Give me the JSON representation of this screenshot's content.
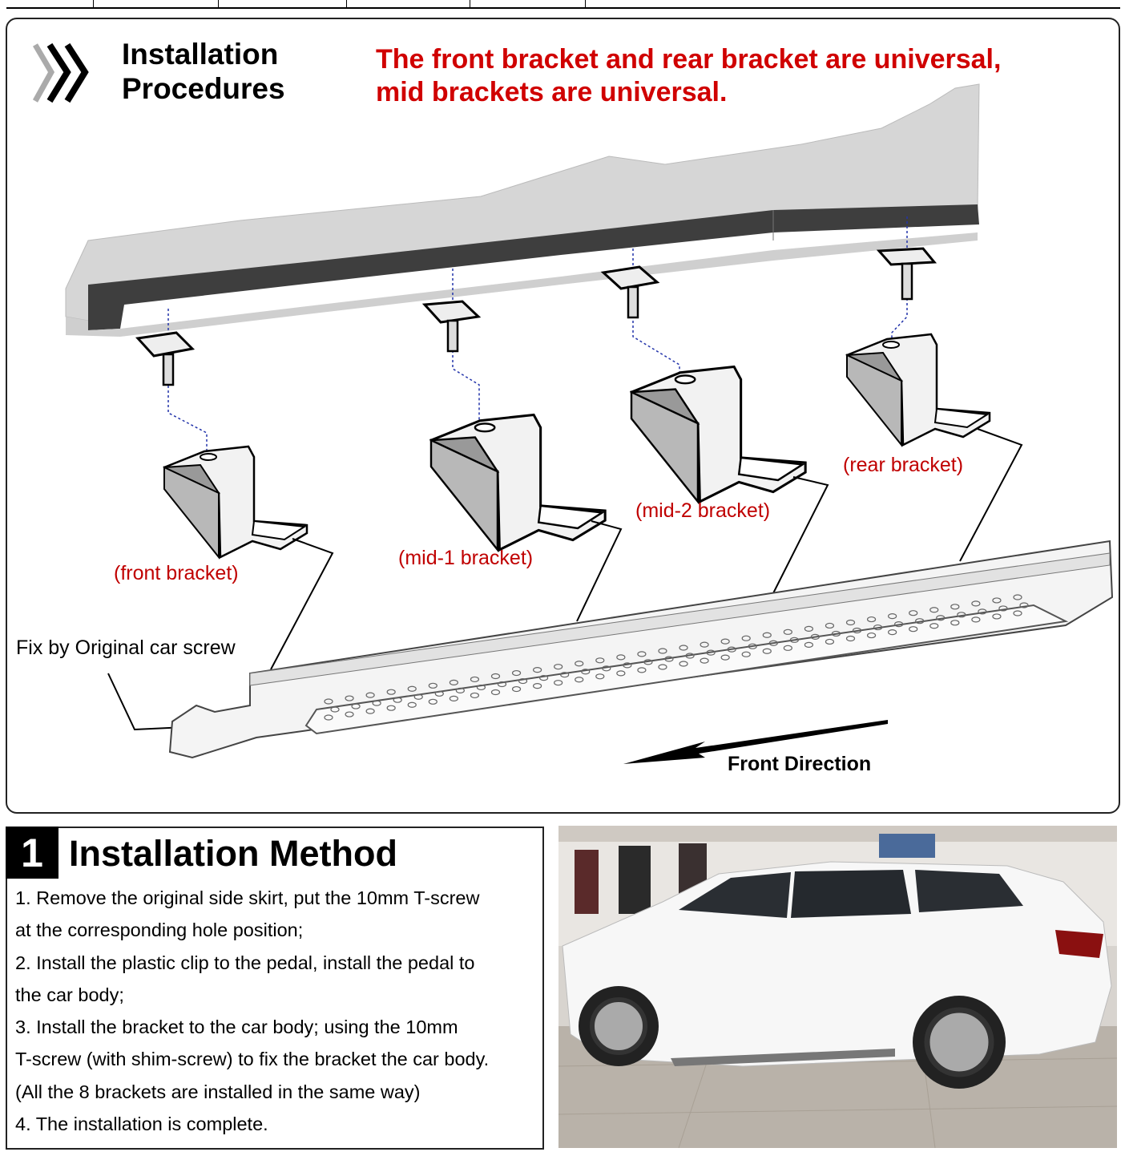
{
  "header": {
    "title_line1": "Installation",
    "title_line2": "Procedures",
    "notice_line1": "The front bracket and rear bracket are universal,",
    "notice_line2": "mid brackets are universal."
  },
  "diagram": {
    "labels": {
      "front_bracket": "(front bracket)",
      "mid1_bracket": "(mid-1 bracket)",
      "mid2_bracket": "(mid-2 bracket)",
      "rear_bracket": "(rear bracket)",
      "fix_note": "Fix by Original car screw",
      "front_direction": "Front Direction"
    }
  },
  "method": {
    "step_number": "1",
    "title": "Installation Method",
    "lines": [
      "1. Remove the original side skirt, put the 10mm T-screw",
      "at the corresponding hole position;",
      "2. Install the plastic clip to the pedal, install the pedal to",
      "the car body;",
      "3. Install the bracket to the car body; using the 10mm",
      "T-screw (with shim-screw) to fix the bracket the car body.",
      "(All the 8 brackets are installed in the same way)",
      "4. The installation is complete."
    ]
  },
  "colors": {
    "accent_red": "#d00000",
    "label_red": "#c00000"
  }
}
